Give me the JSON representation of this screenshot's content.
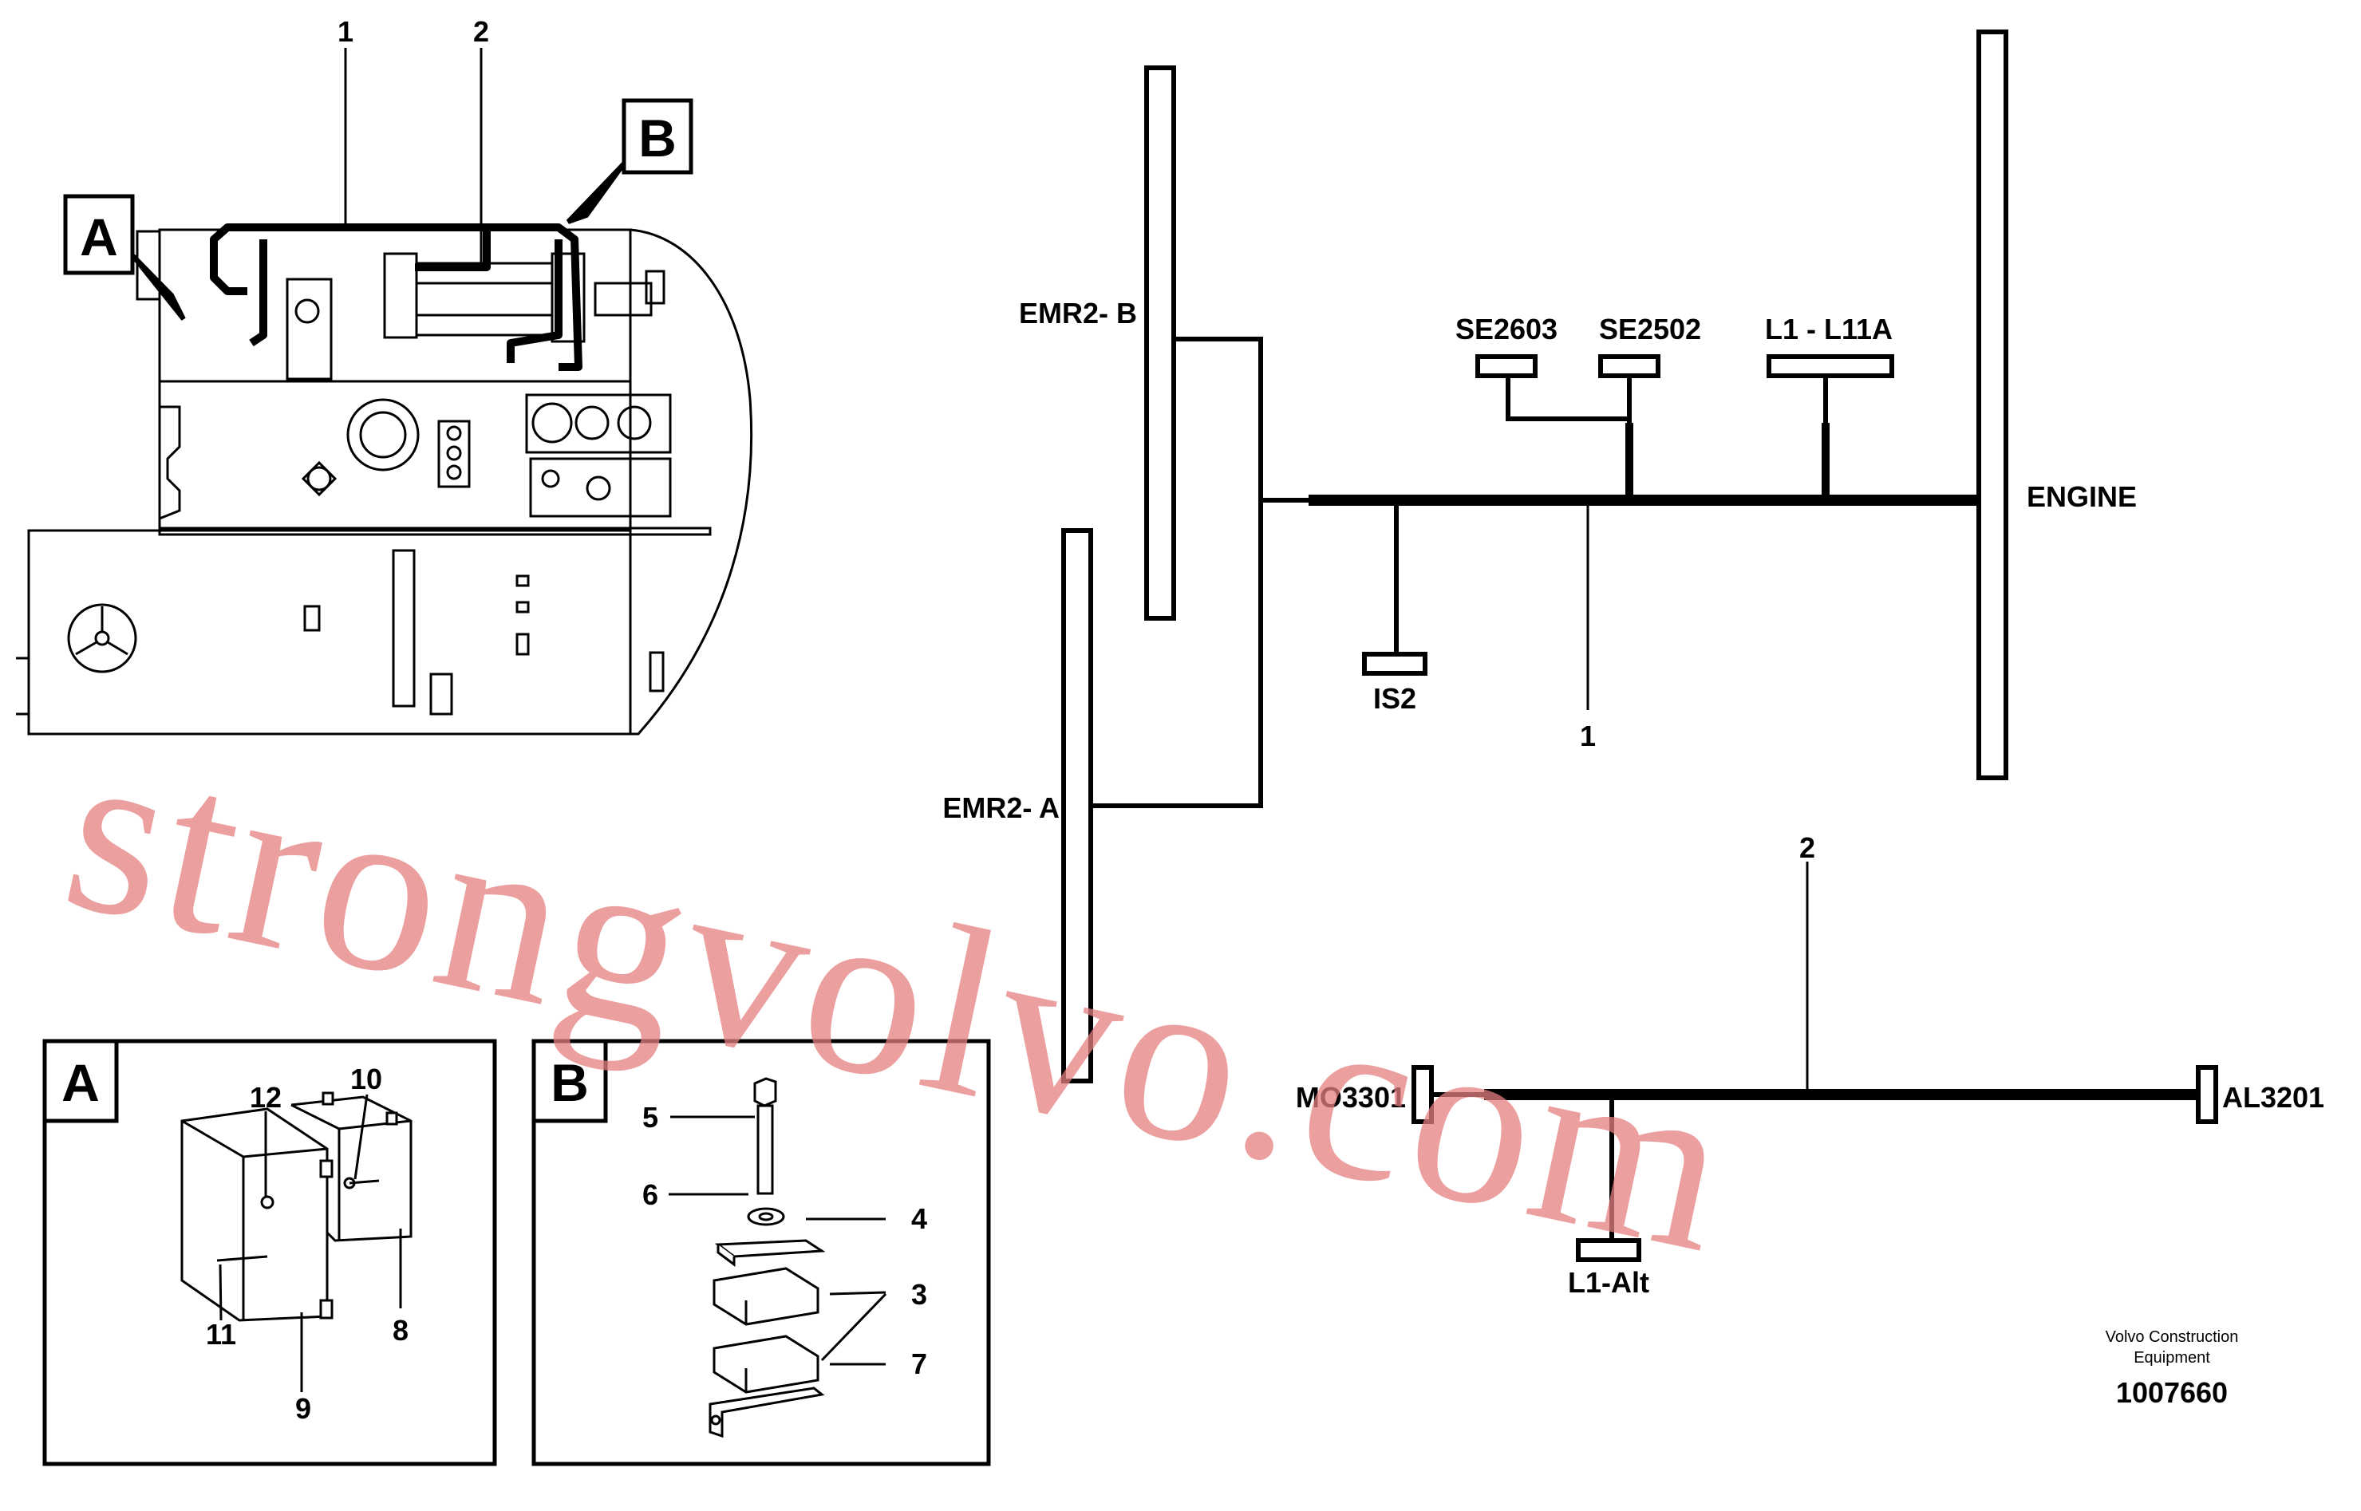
{
  "labels": {
    "callout_a": "A",
    "callout_b": "B",
    "main_num_1": "1",
    "main_num_2": "2",
    "emr2_b": "EMR2- B",
    "emr2_a": "EMR2- A",
    "se2603": "SE2603",
    "se2502": "SE2502",
    "l1_l11a": "L1 - L11A",
    "engine": "ENGINE",
    "is2": "IS2",
    "harness1_num": "1",
    "harness2_num": "2",
    "mo3301": "MO3301",
    "al3201": "AL3201",
    "l1_alt": "L1-Alt",
    "detail_a": {
      "title": "A",
      "n8": "8",
      "n9": "9",
      "n10": "10",
      "n11": "11",
      "n12": "12"
    },
    "detail_b": {
      "title": "B",
      "n3": "3",
      "n4": "4",
      "n5": "5",
      "n6": "6",
      "n7": "7"
    },
    "maker_line1": "Volvo Construction",
    "maker_line2": "Equipment",
    "doc_number": "1007660",
    "watermark": "strongvolvo.com"
  }
}
